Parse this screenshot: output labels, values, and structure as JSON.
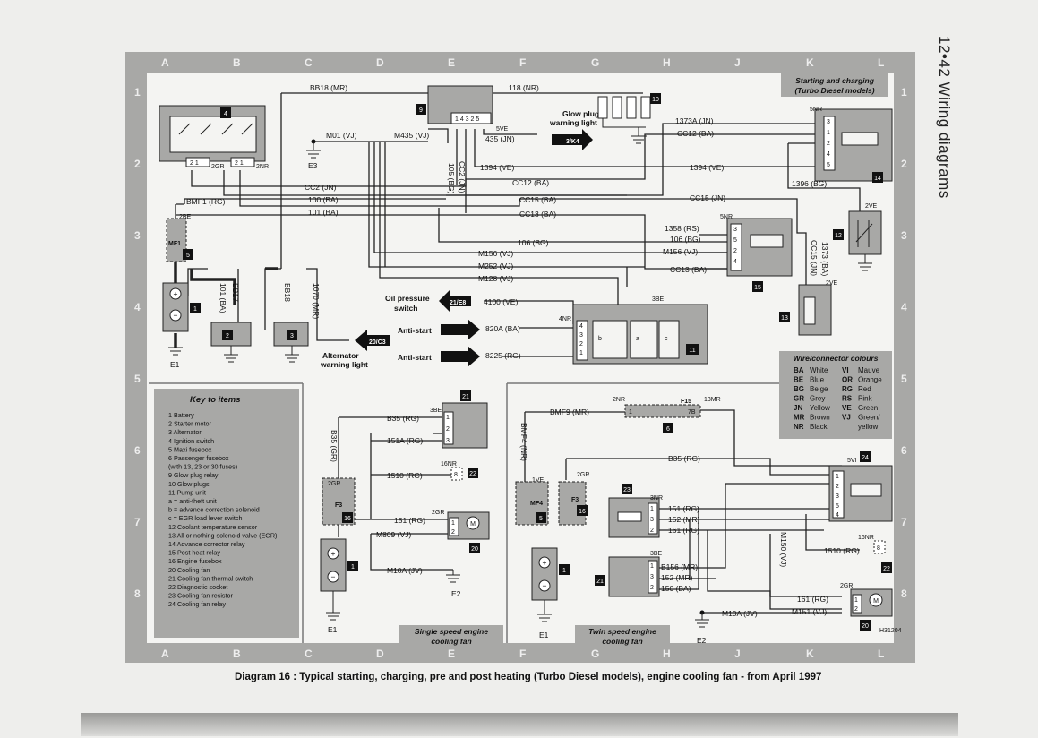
{
  "page": {
    "header": "12•42 Wiring diagrams",
    "caption": "Diagram 16 : Typical starting, charging, pre and post heating (Turbo Diesel models), engine cooling fan - from April 1997",
    "grid_cols": [
      "A",
      "B",
      "C",
      "D",
      "E",
      "F",
      "G",
      "H",
      "J",
      "K",
      "L"
    ],
    "grid_rows": [
      "1",
      "2",
      "3",
      "4",
      "5",
      "6",
      "7",
      "8"
    ]
  },
  "sections": {
    "starting": "Starting and charging",
    "starting_sub": "(Turbo Diesel models)",
    "single_fan": "Single speed engine",
    "single_fan_sub": "cooling fan",
    "twin_fan": "Twin speed engine",
    "twin_fan_sub": "cooling fan"
  },
  "key": {
    "title": "Key to items",
    "items": [
      "1   Battery",
      "2   Starter motor",
      "3   Alternator",
      "4   Ignition switch",
      "5   Maxi fusebox",
      "6   Passenger fusebox",
      "     (with 13, 23 or 30 fuses)",
      "9   Glow plug relay",
      "10  Glow plugs",
      "11  Pump unit",
      "     a  =  anti-theft unit",
      "     b  =  advance correction solenoid",
      "     c  =  EGR load lever switch",
      "12  Coolant temperature sensor",
      "13  All or nothing solenoid valve (EGR)",
      "14  Advance corrector relay",
      "15  Post heat relay",
      "16  Engine fusebox",
      "20  Cooling fan",
      "21  Cooling fan thermal switch",
      "22  Diagnostic socket",
      "23  Cooling fan resistor",
      "24  Cooling fan relay"
    ]
  },
  "colours": {
    "title": "Wire/connector colours",
    "left": [
      [
        "BA",
        "White"
      ],
      [
        "BE",
        "Blue"
      ],
      [
        "BG",
        "Beige"
      ],
      [
        "GR",
        "Grey"
      ],
      [
        "JN",
        "Yellow"
      ],
      [
        "MR",
        "Brown"
      ],
      [
        "NR",
        "Black"
      ]
    ],
    "right": [
      [
        "VI",
        "Mauve"
      ],
      [
        "OR",
        "Orange"
      ],
      [
        "RG",
        "Red"
      ],
      [
        "RS",
        "Pink"
      ],
      [
        "VE",
        "Green"
      ],
      [
        "VJ",
        "Green/"
      ],
      [
        "",
        "yellow"
      ]
    ]
  },
  "arrows": {
    "glow": "3/K4",
    "glow_label": "Glow plug",
    "glow_label2": "warning light",
    "alt": "20/C3",
    "alt_label": "Alternator",
    "alt_label2": "warning light",
    "oil": "21/E8",
    "oil_label": "Oil pressure",
    "oil_label2": "switch",
    "anti1": "Anti-start",
    "anti2": "Anti-start"
  },
  "wires": {
    "bb18_mr": "BB18 (MR)",
    "w118": "118 (NR)",
    "m01": "M01 (VJ)",
    "m435": "M435 (VJ)",
    "w435": "435 (JN)",
    "cc2": "CC2 (JN)",
    "w105": "105 (BG)",
    "w1394a": "1394 (VE)",
    "w1394b": "1394 (VE)",
    "cc12a": "CC12 (BA)",
    "cc12b": "CC12 (BA)",
    "cc2jn": "CC2 (JN)",
    "w100": "100 (BA)",
    "w101": "101 (BA)",
    "cc15a": "CC15 (BA)",
    "cc15b": "CC15 (JN)",
    "cc13a": "CC13 (BA)",
    "cc13b": "CC13 (BA)",
    "bmf1": "BMF1 (RG)",
    "w106": "106 (BG)",
    "w106b": "106 (BG)",
    "w1358": "1358 (RS)",
    "m156a": "M156 (VJ)",
    "m156b": "M156 (VJ)",
    "m252": "M252 (VJ)",
    "m128": "M128 (VJ)",
    "w1373a": "1373A (JN)",
    "w1373b": "1373 (BA)",
    "w1396": "1396 (BG)",
    "cc15v": "CC15 (JN)",
    "w4100": "4100 (VE)",
    "w820a": "820A (BA)",
    "w8225": "8225 (RG)",
    "b101": "101 (BA)",
    "bb17": "BB17",
    "bb18": "BB18",
    "w1070": "1070 (MR)",
    "b35a": "B35 (RG)",
    "b35gr": "B35 (GR)",
    "w151a": "151A (RG)",
    "w1510a": "1510 (RG)",
    "w151b": "151 (RG)",
    "m809": "M809 (VJ)",
    "m10a": "M10A (JV)",
    "bmf9": "BMF9 (MR)",
    "bmf4": "BMF4 (NR)",
    "b35b": "B35 (RG)",
    "w151c": "151 (RG)",
    "w152a": "152 (MR)",
    "w161a": "161 (RG)",
    "w1510b": "1510 (RG)",
    "m150": "M150 (VJ)",
    "b156": "B156 (MR)",
    "w152b": "152 (MR)",
    "w150": "150 (BA)",
    "w161b": "161 (RG)",
    "m10b": "M10A (JV)",
    "m151": "M151 (VJ)"
  },
  "conn": {
    "c2gr": "2GR",
    "c2nr": "2NR",
    "c2be": "2BE",
    "c5ve": "5VE",
    "c5nr": "5NR",
    "c5nr2": "5NR",
    "c2ve": "2VE",
    "c2ve2": "2VE",
    "c3be": "3BE",
    "c4nr": "4NR",
    "c3be2": "3BE",
    "c16nr": "16NR",
    "c2gr2": "2GR",
    "c2gr3": "2GR",
    "c2nr2": "2NR",
    "c13mr": "13MR",
    "c1ve": "1VE",
    "c2gr4": "2GR",
    "c3nr": "3NR",
    "c5vi": "5VI",
    "c16nr2": "16NR",
    "c3be3": "3BE",
    "c2gr5": "2GR",
    "f3a": "F3",
    "f3b": "F3",
    "f15": "F15",
    "mf1": "MF1",
    "mf4": "MF4",
    "c7b": "7B",
    "e1": "E1",
    "e2": "E2",
    "e3": "E3",
    "e1b": "E1",
    "e1c": "E1",
    "e2b": "E2",
    "drawing_ref": "H31204"
  }
}
